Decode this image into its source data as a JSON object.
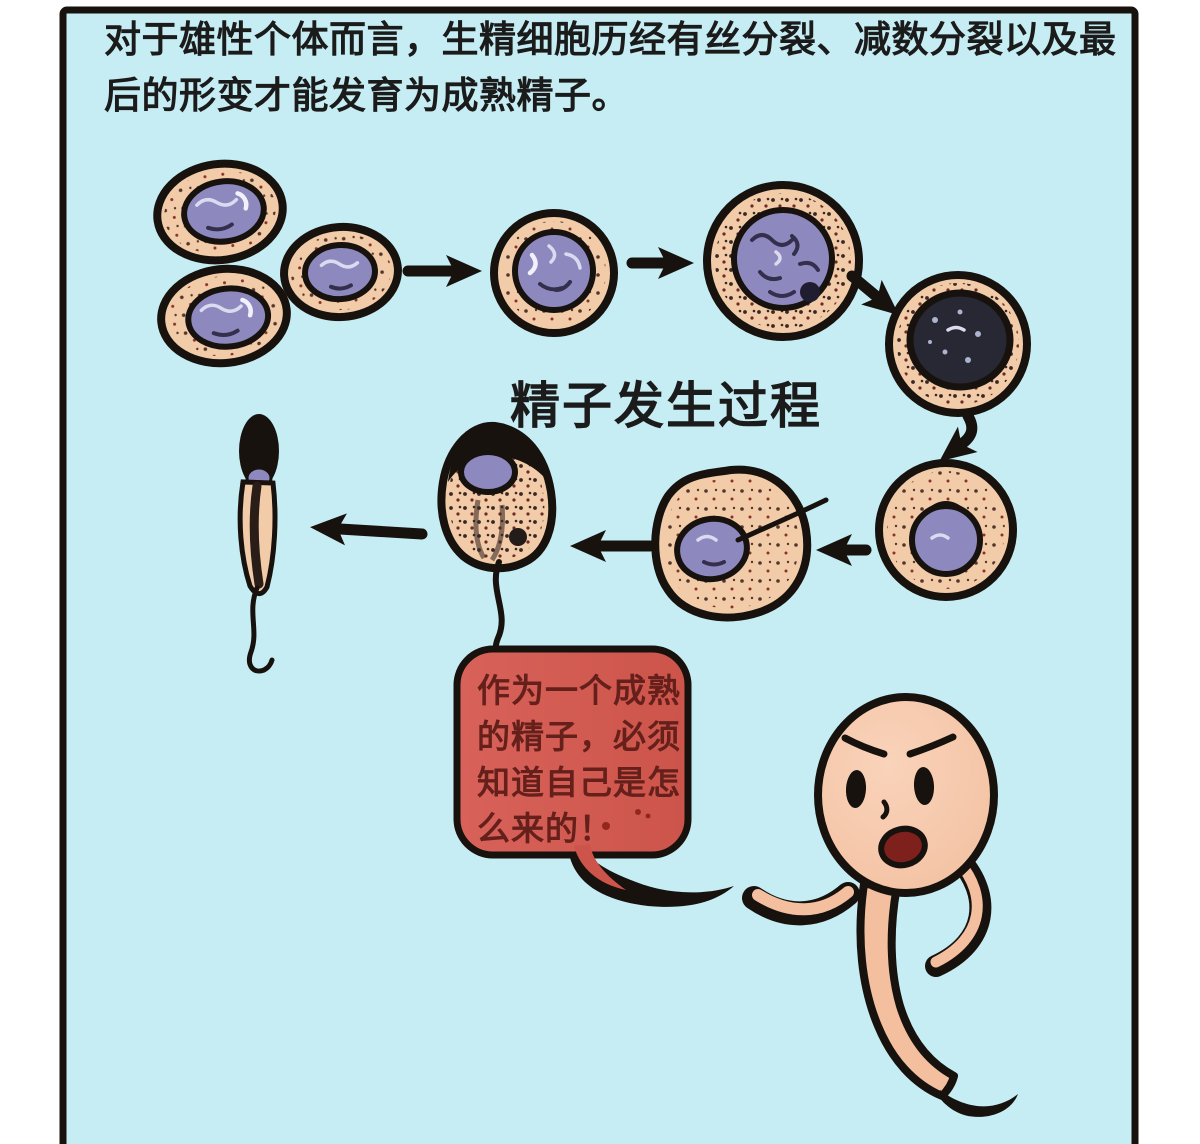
{
  "palette": {
    "page_bg": "#ffffff",
    "panel_bg": "#c5edf3",
    "outline": "#17120e",
    "text": "#1b1b1b",
    "cell_fill": "#f2cba8",
    "nucleus_fill": "#8d89bf",
    "nucleus_dark": "#282734",
    "bubble_fill": "#cc544a",
    "bubble_fill_light": "#d8625a",
    "bubble_text": "#66201b",
    "skin": "#f3bf9f",
    "skin_light": "#f9d3ba",
    "mouth": "#7e211c"
  },
  "caption": {
    "lines": [
      "对于雄性个体而言，生精细胞历经有丝分裂、减数分裂以及最",
      "后的形变才能发育为成熟精子。"
    ]
  },
  "diagram": {
    "title": "精子发生过程"
  },
  "speech_bubble": {
    "lines": [
      "作为一个成熟",
      "的精子，必须",
      "知道自己是怎",
      "么来的！"
    ]
  }
}
